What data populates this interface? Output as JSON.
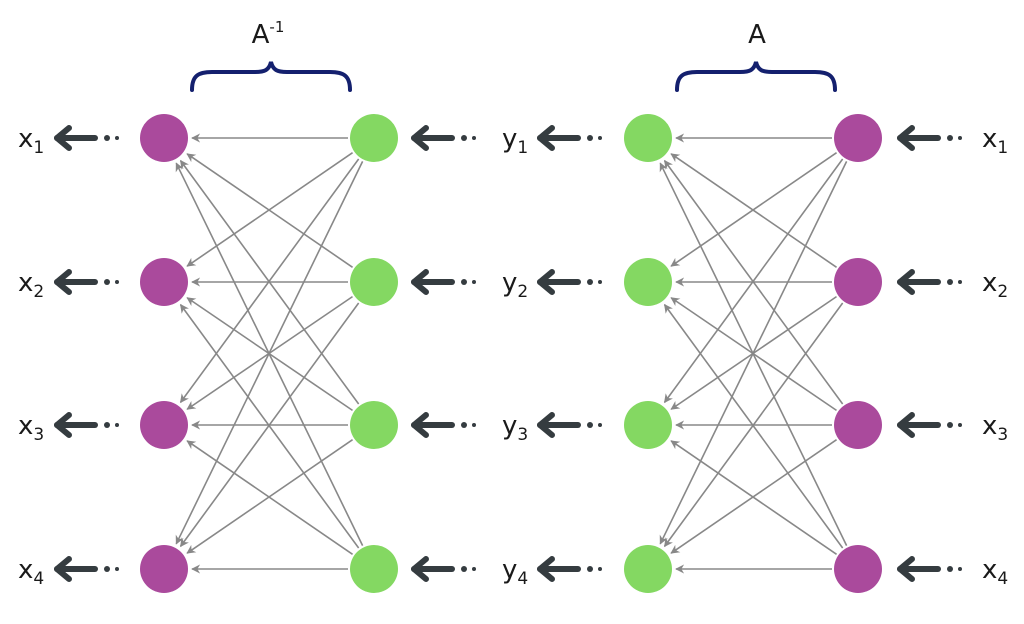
{
  "title": "Invertible mapping network: x to y via A and back via A inverse",
  "colors": {
    "x_node": "#aa4a9c",
    "y_node": "#84d862",
    "edge": "#888888",
    "brace": "#14206e",
    "input_arrow": "#353c40",
    "text": "#1a1a1a"
  },
  "left_block": {
    "brace_label": "A",
    "brace_label_sup": "-1",
    "outputs": [
      {
        "base": "x",
        "sub": "1"
      },
      {
        "base": "x",
        "sub": "2"
      },
      {
        "base": "x",
        "sub": "3"
      },
      {
        "base": "x",
        "sub": "4"
      }
    ]
  },
  "middle": {
    "labels": [
      {
        "base": "y",
        "sub": "1"
      },
      {
        "base": "y",
        "sub": "2"
      },
      {
        "base": "y",
        "sub": "3"
      },
      {
        "base": "y",
        "sub": "4"
      }
    ]
  },
  "right_block": {
    "brace_label": "A",
    "inputs": [
      {
        "base": "x",
        "sub": "1"
      },
      {
        "base": "x",
        "sub": "2"
      },
      {
        "base": "x",
        "sub": "3"
      },
      {
        "base": "x",
        "sub": "4"
      }
    ]
  },
  "network": {
    "layers_per_block": 2,
    "nodes_per_layer": 4,
    "connectivity": "fully-connected",
    "direction": "right-to-left"
  }
}
